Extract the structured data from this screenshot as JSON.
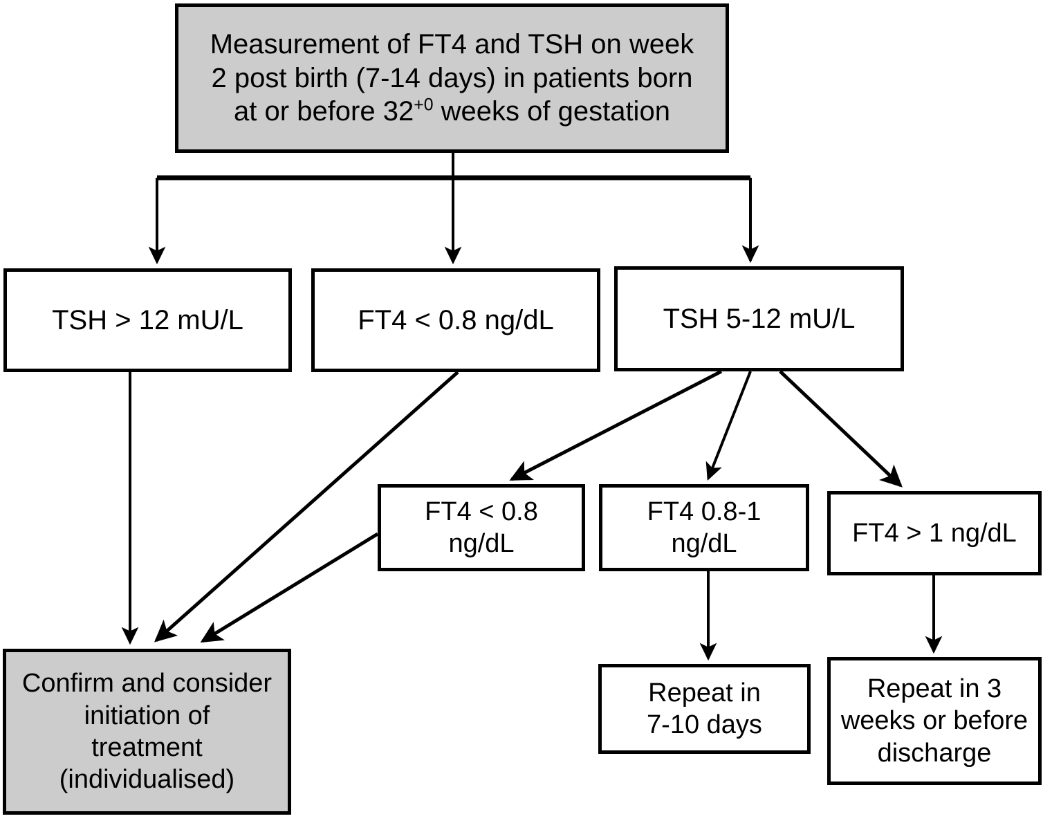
{
  "diagram": {
    "title": "Neonatal thyroid screening algorithm for preterm infants",
    "type": "flowchart",
    "colors": {
      "shaded_fill": "#cccccc",
      "plain_fill": "#ffffff",
      "stroke": "#000000"
    },
    "nodes": [
      {
        "id": "root",
        "style": "shaded",
        "text_line1": "Measurement of FT4 and TSH on week",
        "text_line2": "2 post birth (7-14 days) in patients born",
        "text_line3_pre": "at or before 32",
        "text_line3_sup": "+0",
        "text_line3_post": " weeks of gestation",
        "plain_text": "Measurement of FT4 and TSH on week 2 post birth (7-14 days) in patients born at or before 32+0 weeks of gestation"
      },
      {
        "id": "tsh-high",
        "style": "plain",
        "text": "TSH > 12 mU/L"
      },
      {
        "id": "ft4-low",
        "style": "plain",
        "text": "FT4 < 0.8 ng/dL"
      },
      {
        "id": "tsh-mid",
        "style": "plain",
        "text": "TSH 5-12 mU/L"
      },
      {
        "id": "ft4-lt08",
        "style": "plain",
        "text": "FT4 < 0.8\nng/dL"
      },
      {
        "id": "ft4-08to1",
        "style": "plain",
        "text": "FT4 0.8-1\nng/dL"
      },
      {
        "id": "ft4-gt1",
        "style": "plain",
        "text": "FT4 > 1 ng/dL"
      },
      {
        "id": "treat",
        "style": "shaded",
        "text": "Confirm and consider\ninitiation of\ntreatment\n(individualised)"
      },
      {
        "id": "repeat710",
        "style": "plain",
        "text": "Repeat in\n7-10 days"
      },
      {
        "id": "repeat3w",
        "style": "plain",
        "text": "Repeat in 3\nweeks or before\ndischarge"
      }
    ],
    "edges": [
      {
        "from": "root",
        "to": "tsh-high",
        "kind": "orthogonal"
      },
      {
        "from": "root",
        "to": "ft4-low",
        "kind": "orthogonal"
      },
      {
        "from": "root",
        "to": "tsh-mid",
        "kind": "orthogonal"
      },
      {
        "from": "tsh-high",
        "to": "treat",
        "kind": "vertical"
      },
      {
        "from": "ft4-low",
        "to": "treat",
        "kind": "diagonal"
      },
      {
        "from": "ft4-lt08",
        "to": "treat",
        "kind": "diagonal"
      },
      {
        "from": "tsh-mid",
        "to": "ft4-lt08",
        "kind": "diagonal"
      },
      {
        "from": "tsh-mid",
        "to": "ft4-08to1",
        "kind": "diagonal"
      },
      {
        "from": "tsh-mid",
        "to": "ft4-gt1",
        "kind": "diagonal"
      },
      {
        "from": "ft4-08to1",
        "to": "repeat710",
        "kind": "vertical"
      },
      {
        "from": "ft4-gt1",
        "to": "repeat3w",
        "kind": "vertical"
      }
    ]
  }
}
